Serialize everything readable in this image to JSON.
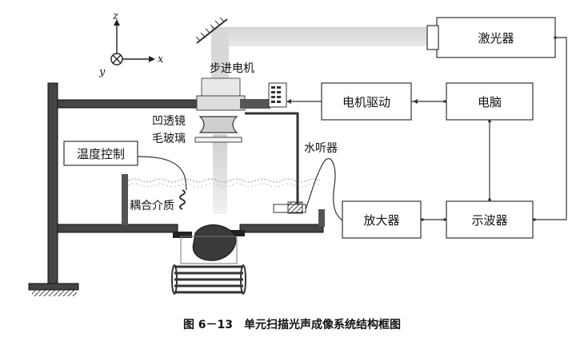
{
  "axes": {
    "z": "z",
    "y": "y",
    "x": "x"
  },
  "labels": {
    "stepper_motor": "步进电机",
    "concave_lens": "凹透镜",
    "ground_glass": "毛玻璃",
    "temperature_control": "温度控制",
    "hydrophone": "水听器",
    "coupling_medium": "耦合介质"
  },
  "boxes": {
    "laser": "激光器",
    "motor_driver": "电机驱动",
    "computer": "电脑",
    "amplifier": "放大器",
    "oscilloscope": "示波器"
  },
  "caption": "图 6－13　单元扫描光声成像系统结构框图"
}
